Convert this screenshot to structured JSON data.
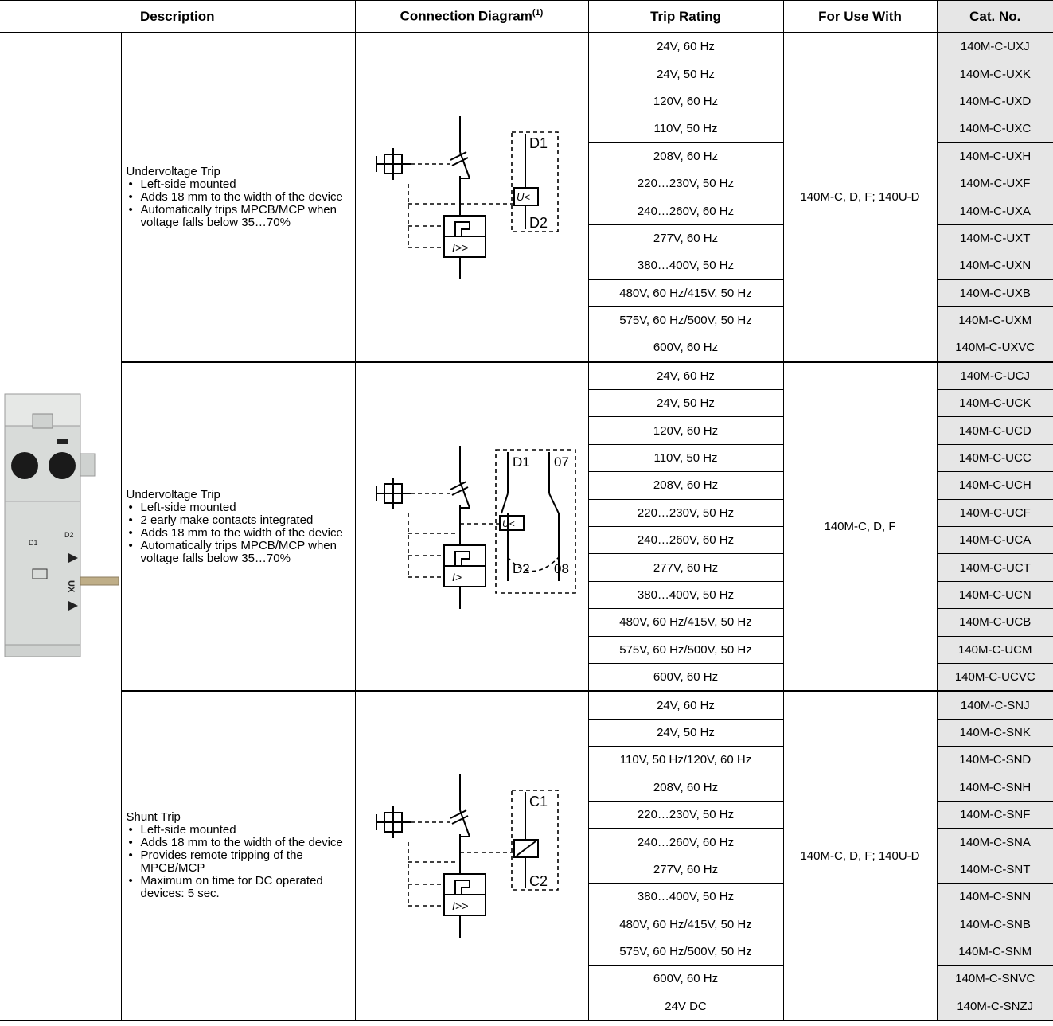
{
  "header": {
    "description": "Description",
    "connection_diagram": "Connection Diagram",
    "connection_diagram_note": "(1)",
    "trip_rating": "Trip Rating",
    "for_use_with": "For Use With",
    "cat_no": "Cat. No."
  },
  "groups": [
    {
      "title": "Undervoltage Trip",
      "bullets": [
        "Left-side mounted",
        "Adds 18 mm to the width of the device",
        "Automatically trips MPCB/MCP when voltage falls below 35…70%"
      ],
      "for_use_with": "140M-C, D, F; 140U-D",
      "diagram_labels": {
        "top": "D1",
        "bottom": "D2",
        "coil": "U<",
        "trip": "I>>"
      },
      "rows": [
        {
          "rating": "24V, 60 Hz",
          "cat": "140M-C-UXJ"
        },
        {
          "rating": "24V, 50 Hz",
          "cat": "140M-C-UXK"
        },
        {
          "rating": "120V, 60 Hz",
          "cat": "140M-C-UXD"
        },
        {
          "rating": "110V, 50 Hz",
          "cat": "140M-C-UXC"
        },
        {
          "rating": "208V, 60 Hz",
          "cat": "140M-C-UXH"
        },
        {
          "rating": "220…230V, 50 Hz",
          "cat": "140M-C-UXF"
        },
        {
          "rating": "240…260V, 60 Hz",
          "cat": "140M-C-UXA"
        },
        {
          "rating": "277V, 60 Hz",
          "cat": "140M-C-UXT"
        },
        {
          "rating": "380…400V, 50 Hz",
          "cat": "140M-C-UXN"
        },
        {
          "rating": "480V, 60 Hz/415V, 50 Hz",
          "cat": "140M-C-UXB"
        },
        {
          "rating": "575V, 60 Hz/500V, 50 Hz",
          "cat": "140M-C-UXM"
        },
        {
          "rating": "600V, 60 Hz",
          "cat": "140M-C-UXVC"
        }
      ]
    },
    {
      "title": "Undervoltage Trip",
      "bullets": [
        "Left-side mounted",
        "2 early make contacts integrated",
        "Adds 18 mm to the width of the device",
        "Automatically trips MPCB/MCP when voltage falls below 35…70%"
      ],
      "for_use_with": "140M-C, D, F",
      "diagram_labels": {
        "top": "D1",
        "bottom": "D2",
        "contact_top": "07",
        "contact_bottom": "08",
        "coil": "U<",
        "trip": "I>"
      },
      "rows": [
        {
          "rating": "24V, 60 Hz",
          "cat": "140M-C-UCJ"
        },
        {
          "rating": "24V, 50 Hz",
          "cat": "140M-C-UCK"
        },
        {
          "rating": "120V, 60 Hz",
          "cat": "140M-C-UCD"
        },
        {
          "rating": "110V, 50 Hz",
          "cat": "140M-C-UCC"
        },
        {
          "rating": "208V, 60 Hz",
          "cat": "140M-C-UCH"
        },
        {
          "rating": "220…230V, 50 Hz",
          "cat": "140M-C-UCF"
        },
        {
          "rating": "240…260V, 60 Hz",
          "cat": "140M-C-UCA"
        },
        {
          "rating": "277V, 60 Hz",
          "cat": "140M-C-UCT"
        },
        {
          "rating": "380…400V, 50 Hz",
          "cat": "140M-C-UCN"
        },
        {
          "rating": "480V, 60 Hz/415V, 50 Hz",
          "cat": "140M-C-UCB"
        },
        {
          "rating": "575V, 60 Hz/500V, 50 Hz",
          "cat": "140M-C-UCM"
        },
        {
          "rating": "600V, 60 Hz",
          "cat": "140M-C-UCVC"
        }
      ]
    },
    {
      "title": "Shunt Trip",
      "bullets": [
        "Left-side mounted",
        "Adds 18 mm to the width of the device",
        "Provides remote tripping of the MPCB/MCP",
        "Maximum on time for DC operated devices: 5 sec."
      ],
      "for_use_with": "140M-C, D, F; 140U-D",
      "diagram_labels": {
        "top": "C1",
        "bottom": "C2",
        "trip": "I>>"
      },
      "rows": [
        {
          "rating": "24V, 60 Hz",
          "cat": "140M-C-SNJ"
        },
        {
          "rating": "24V, 50 Hz",
          "cat": "140M-C-SNK"
        },
        {
          "rating": "110V, 50 Hz/120V, 60 Hz",
          "cat": "140M-C-SND"
        },
        {
          "rating": "208V, 60 Hz",
          "cat": "140M-C-SNH"
        },
        {
          "rating": "220…230V, 50 Hz",
          "cat": "140M-C-SNF"
        },
        {
          "rating": "240…260V, 60 Hz",
          "cat": "140M-C-SNA"
        },
        {
          "rating": "277V, 60 Hz",
          "cat": "140M-C-SNT"
        },
        {
          "rating": "380…400V, 50 Hz",
          "cat": "140M-C-SNN"
        },
        {
          "rating": "480V, 60 Hz/415V, 50 Hz",
          "cat": "140M-C-SNB"
        },
        {
          "rating": "575V, 60 Hz/500V, 50 Hz",
          "cat": "140M-C-SNM"
        },
        {
          "rating": "600V, 60 Hz",
          "cat": "140M-C-SNVC"
        },
        {
          "rating": "24V DC",
          "cat": "140M-C-SNZJ"
        }
      ]
    }
  ],
  "product_image": {
    "labels": {
      "d1": "D1",
      "d2": "D2",
      "ux": "UX"
    }
  }
}
